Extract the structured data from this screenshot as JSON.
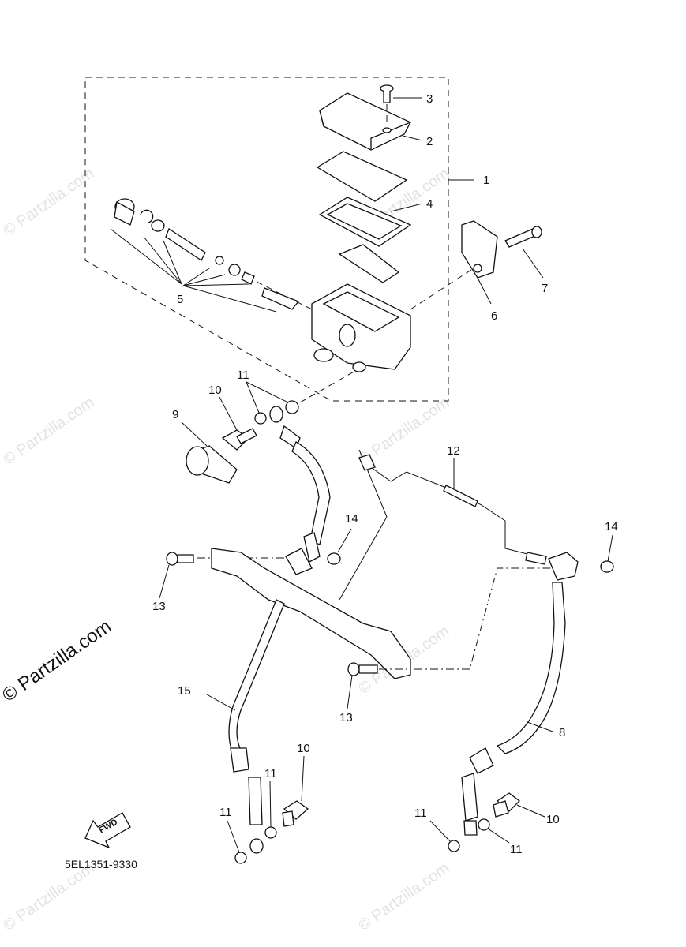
{
  "diagram": {
    "part_code": "5EL1351-9330",
    "fwd_label": "FWD",
    "watermark_main": "© Partzilla.com",
    "watermark_repeat": "© Partzilla.com",
    "callouts": [
      "1",
      "2",
      "3",
      "4",
      "5",
      "6",
      "7",
      "8",
      "9",
      "10",
      "11",
      "12",
      "13",
      "14",
      "15"
    ],
    "extra_callouts": {
      "c10b": "10",
      "c10c": "10",
      "c11b": "11",
      "c11c": "11",
      "c11d": "11",
      "c11e": "11",
      "c13b": "13",
      "c14b": "14"
    }
  }
}
